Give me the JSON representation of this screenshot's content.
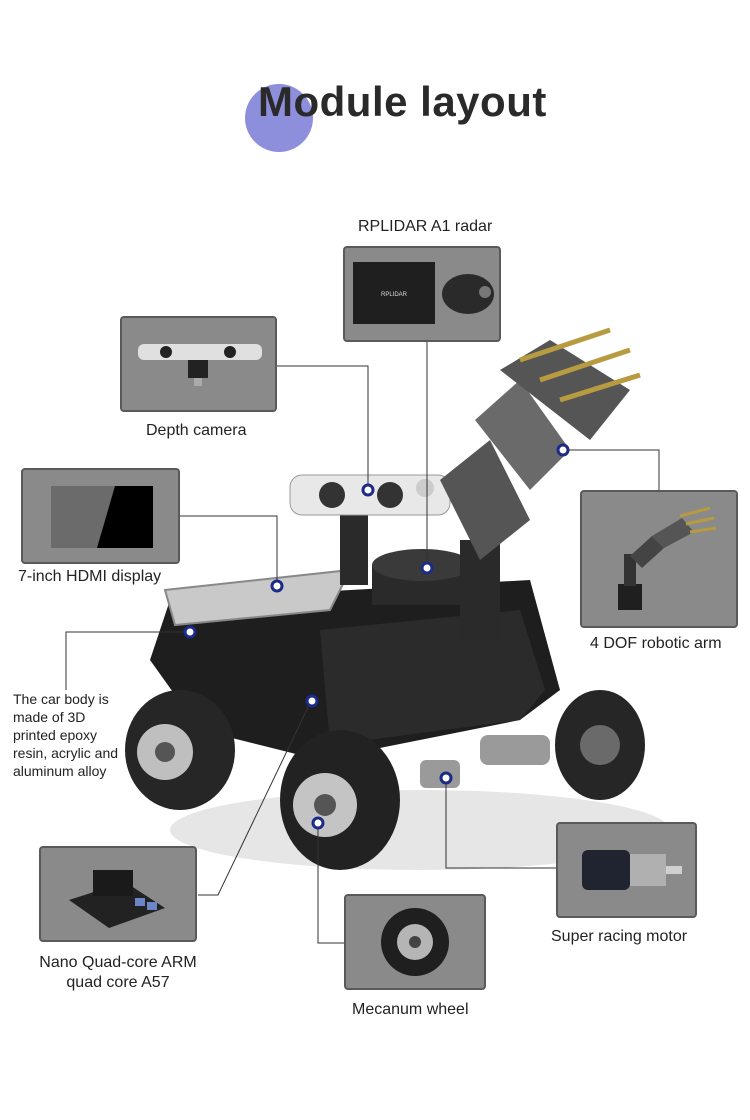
{
  "title": "Module layout",
  "colors": {
    "accent": "#7a7bd6",
    "box_bg": "#8a8a8a",
    "marker": "#1c2a8a"
  },
  "callouts": {
    "radar": "RPLIDAR A1 radar",
    "radar_logo": "RPLIDAR",
    "depth_camera": "Depth camera",
    "display": "7-inch HDMI display",
    "arm": "4 DOF robotic arm",
    "body": "The car body is made of 3D printed epoxy resin, acrylic and aluminum alloy",
    "nano_line1": "Nano Quad-core ARM",
    "nano_line2": "quad core A57",
    "wheel": "Mecanum wheel",
    "motor": "Super racing motor"
  }
}
